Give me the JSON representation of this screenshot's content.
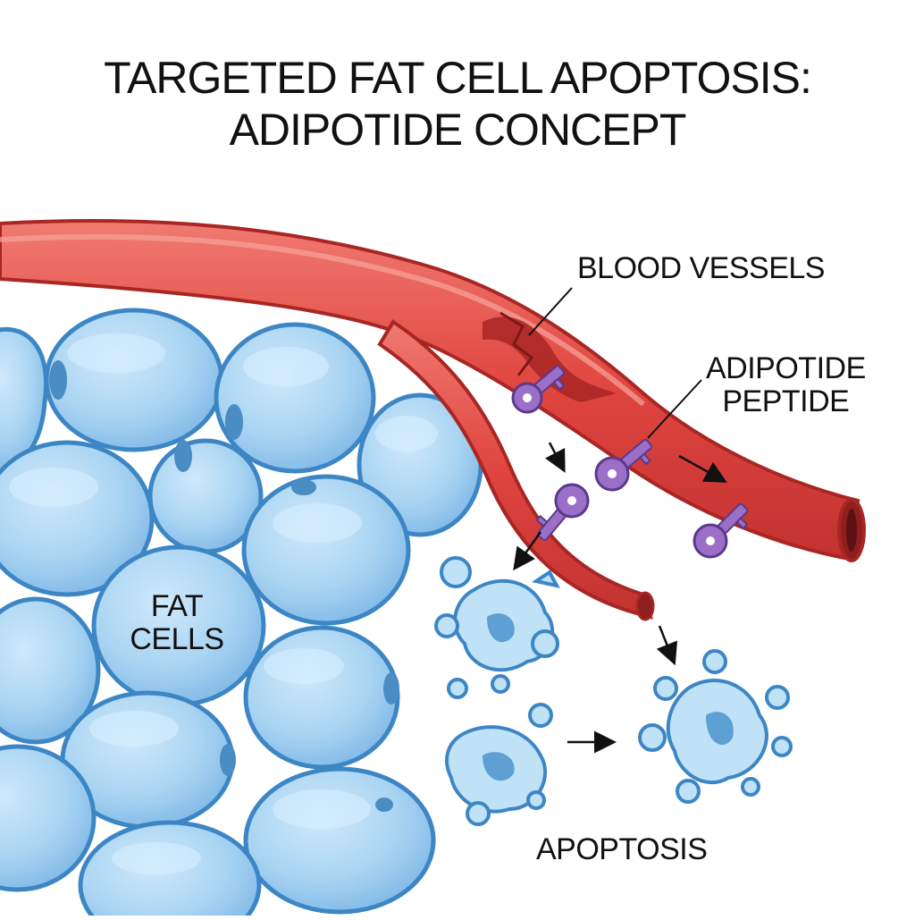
{
  "title": {
    "line1": "TARGETED FAT CELL APOPTOSIS:",
    "line2": "ADIPOTIDE CONCEPT"
  },
  "labels": {
    "blood_vessels": "BLOOD VESSELS",
    "adipotide_line1": "ADIPOTIDE",
    "adipotide_line2": "PEPTIDE",
    "fat_line1": "FAT",
    "fat_line2": "CELLS",
    "apoptosis": "APOPTOSIS"
  },
  "colors": {
    "background": "#ffffff",
    "fat_cell_fill": "#a9d4f2",
    "fat_cell_stroke": "#3d86c6",
    "nucleus": "#4a8cc4",
    "vessel_fill": "#e0453f",
    "vessel_dark": "#b92b2a",
    "peptide": "#9b6fc8",
    "peptide_stroke": "#5a3a8c",
    "fragment_fill": "#bfe2f7"
  },
  "icons": [
    "key-shaped-peptide-icon",
    "arrow-icon"
  ]
}
